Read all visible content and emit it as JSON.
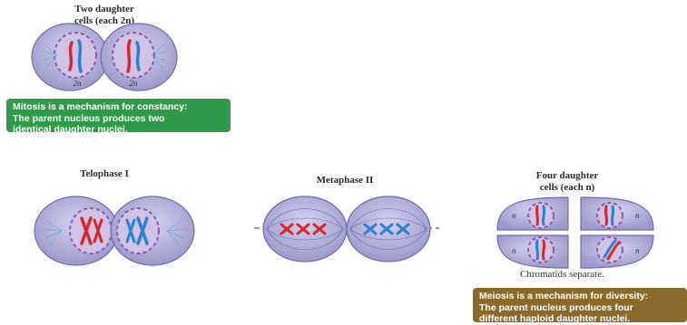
{
  "mitosis": {
    "title_line1": "Two daughter",
    "title_line2": "cells (each 2n)",
    "ploidy_left": "2n",
    "ploidy_right": "2n",
    "note": {
      "line1": "Mitosis is a mechanism for constancy:",
      "line2": "The parent nucleus produces two",
      "line3": "identical  daughter nuclei.",
      "color": "#2e9a4a"
    }
  },
  "meiosis": {
    "telophase_label": "Telophase I",
    "metaphase_label": "Metaphase II",
    "four_cells_line1": "Four daughter",
    "four_cells_line2": "cells (each n)",
    "ploidy_n": "n",
    "chromatids_caption": "Chromatids separate.",
    "note": {
      "line1": "Meiosis is a mechanism for diversity:",
      "line2": "The parent nucleus produces four",
      "line3": "different haploid daughter nuclei.",
      "color": "#8a6a2a"
    }
  },
  "colors": {
    "cell_fill": "#b6b4dc",
    "cell_stroke": "#6e6ca8",
    "nucleus_fill": "#cfc3e6",
    "nucleus_border": "#8e5aa8",
    "chrom_red": "#d8262e",
    "chrom_blue": "#2d7fd0"
  }
}
